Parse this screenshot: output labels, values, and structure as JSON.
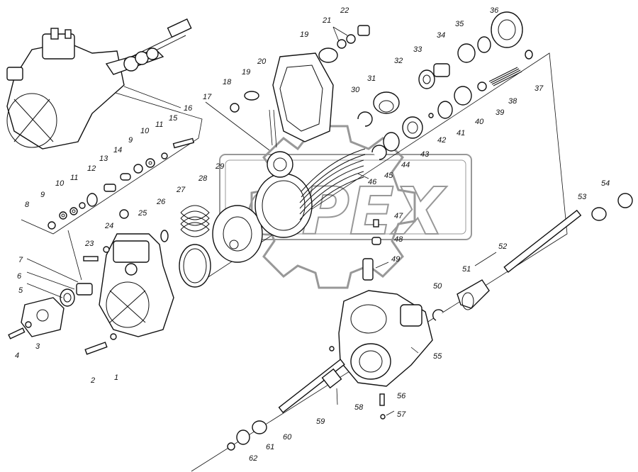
{
  "diagram": {
    "watermark": "OPEX",
    "callouts": [
      {
        "n": "1"
      },
      {
        "n": "2"
      },
      {
        "n": "3"
      },
      {
        "n": "4"
      },
      {
        "n": "5"
      },
      {
        "n": "6"
      },
      {
        "n": "7"
      },
      {
        "n": "8"
      },
      {
        "n": "9"
      },
      {
        "n": "9"
      },
      {
        "n": "10"
      },
      {
        "n": "10"
      },
      {
        "n": "11"
      },
      {
        "n": "11"
      },
      {
        "n": "12"
      },
      {
        "n": "13"
      },
      {
        "n": "14"
      },
      {
        "n": "15"
      },
      {
        "n": "16"
      },
      {
        "n": "17"
      },
      {
        "n": "18"
      },
      {
        "n": "19"
      },
      {
        "n": "19"
      },
      {
        "n": "20"
      },
      {
        "n": "21"
      },
      {
        "n": "22"
      },
      {
        "n": "23"
      },
      {
        "n": "24"
      },
      {
        "n": "25"
      },
      {
        "n": "26"
      },
      {
        "n": "27"
      },
      {
        "n": "28"
      },
      {
        "n": "29"
      },
      {
        "n": "30"
      },
      {
        "n": "31"
      },
      {
        "n": "32"
      },
      {
        "n": "33"
      },
      {
        "n": "34"
      },
      {
        "n": "35"
      },
      {
        "n": "36"
      },
      {
        "n": "37"
      },
      {
        "n": "38"
      },
      {
        "n": "39"
      },
      {
        "n": "40"
      },
      {
        "n": "41"
      },
      {
        "n": "42"
      },
      {
        "n": "43"
      },
      {
        "n": "44"
      },
      {
        "n": "45"
      },
      {
        "n": "46"
      },
      {
        "n": "47"
      },
      {
        "n": "48"
      },
      {
        "n": "49"
      },
      {
        "n": "50"
      },
      {
        "n": "51"
      },
      {
        "n": "52"
      },
      {
        "n": "53"
      },
      {
        "n": "54"
      },
      {
        "n": "55"
      },
      {
        "n": "56"
      },
      {
        "n": "57"
      },
      {
        "n": "58"
      },
      {
        "n": "59"
      },
      {
        "n": "60"
      },
      {
        "n": "61"
      },
      {
        "n": "62"
      }
    ]
  }
}
